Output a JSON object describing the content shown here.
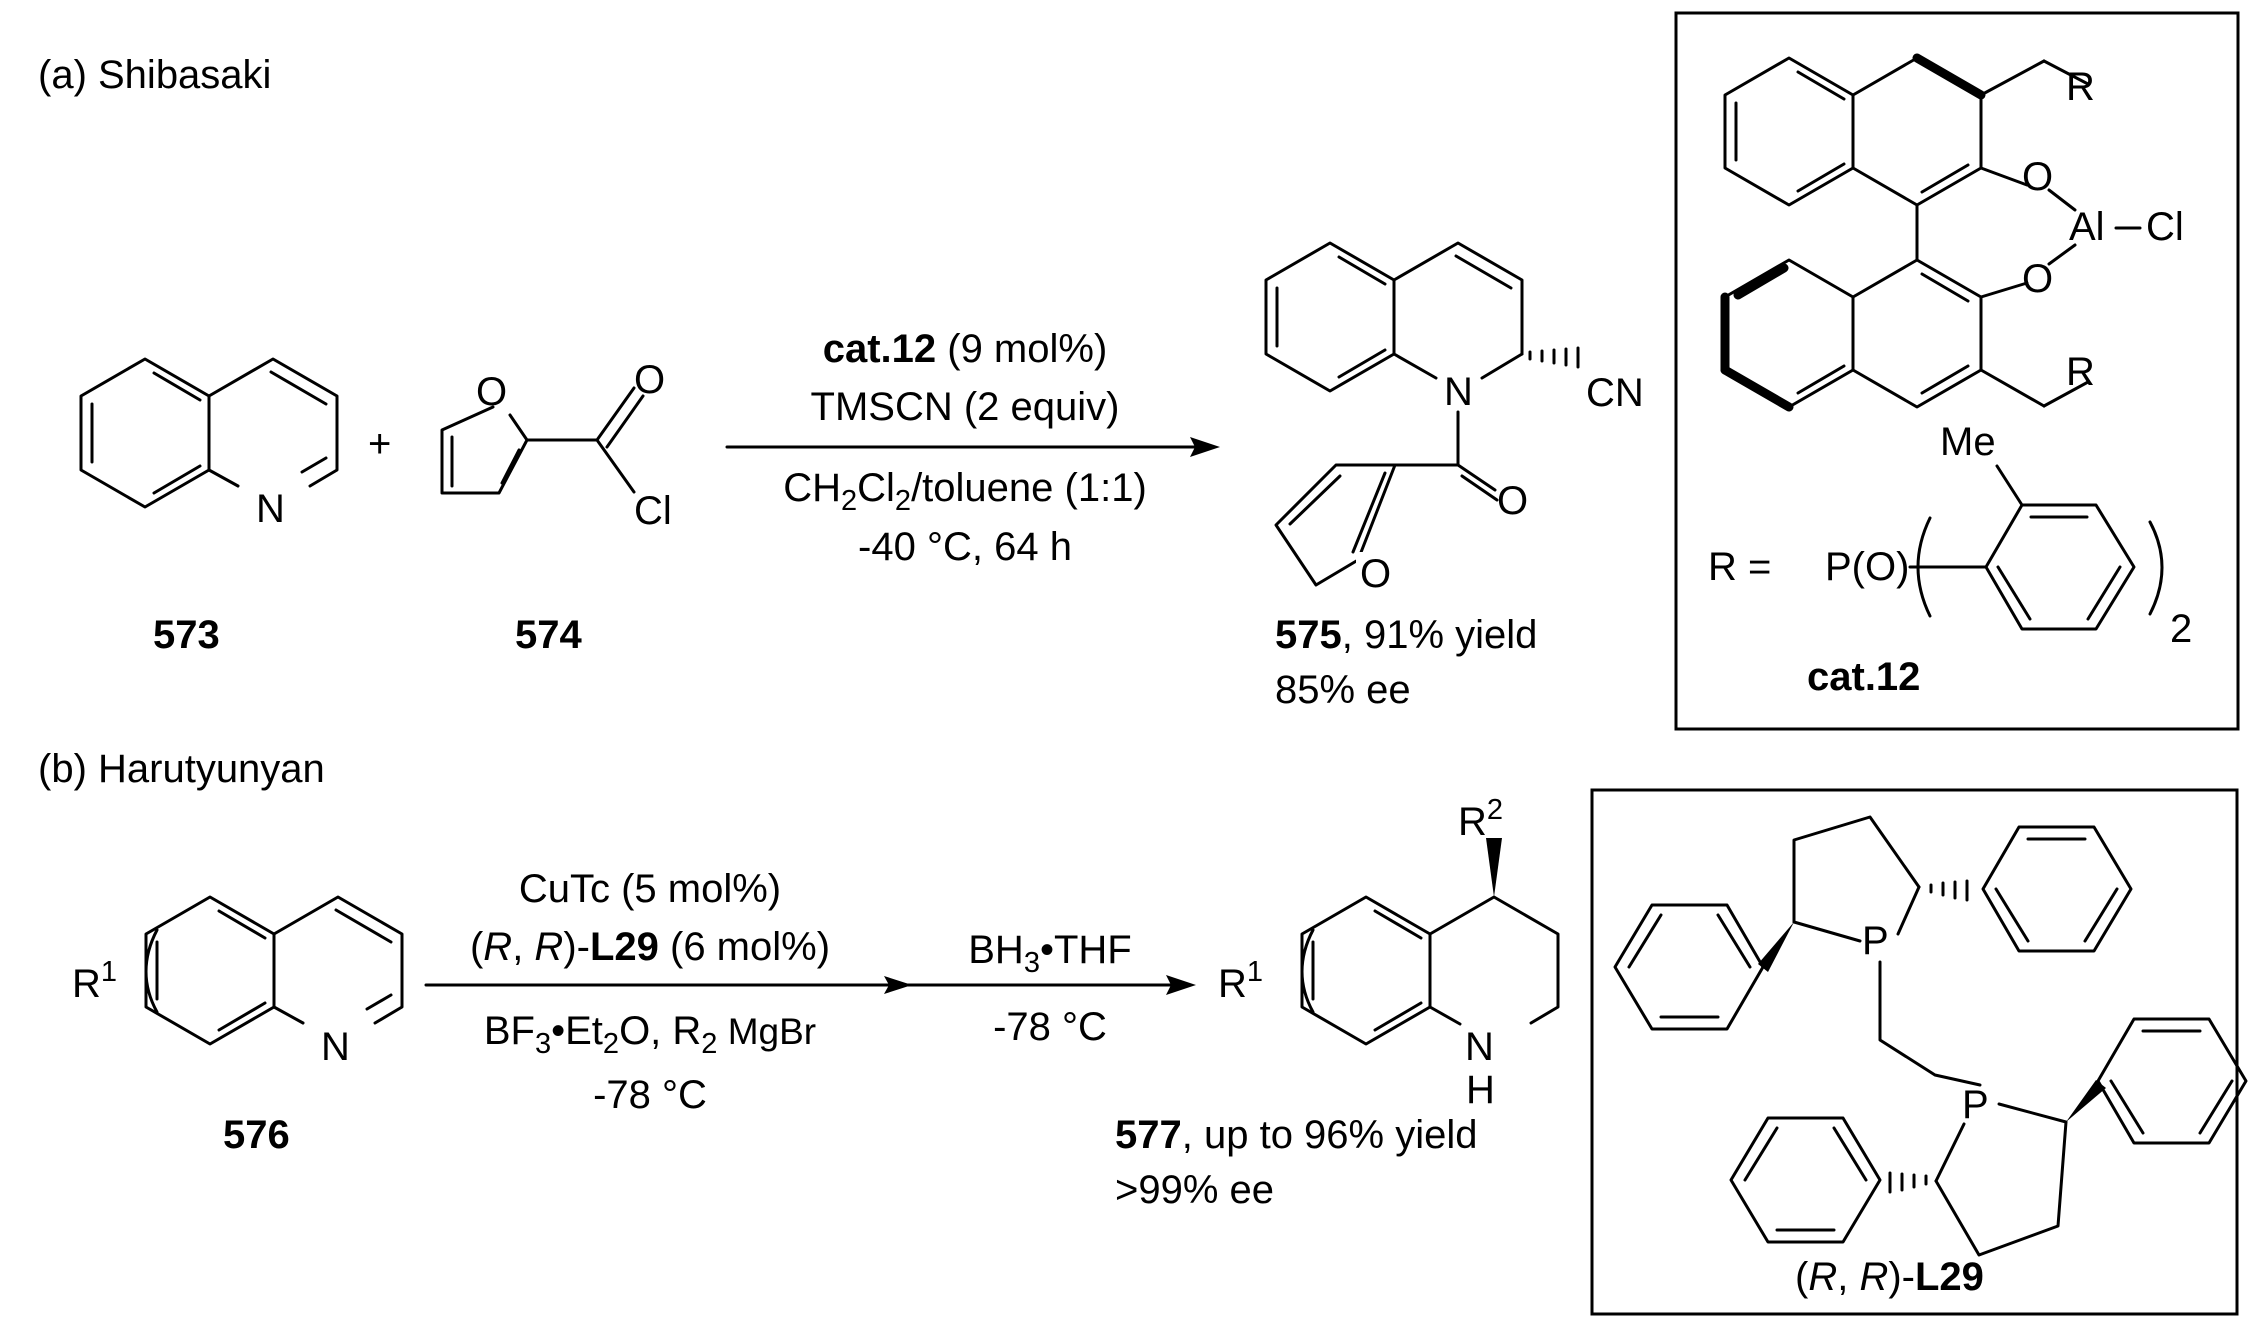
{
  "panel_a": {
    "label": "(a) Shibasaki",
    "compounds": {
      "c573": "573",
      "c574": "574",
      "c575": "575"
    },
    "plus": "+",
    "reagents": {
      "cat": "cat.12",
      "cat_amount": "(9 mol%)",
      "line2": "TMSCN (2 equiv)",
      "solvent_a": "CH",
      "solvent_sub1": "2",
      "solvent_b": "Cl",
      "solvent_sub2": "2",
      "solvent_c": "/toluene (1:1)",
      "line4": "-40 °C, 64 h"
    },
    "result_yield": ", 91% yield",
    "result_ee": "85% ee",
    "catalyst_box": {
      "r_def": "R =",
      "po": "P(O)",
      "me": "Me",
      "sub2": "2",
      "label": "cat.12"
    }
  },
  "panel_b": {
    "label": "(b) Harutyunyan",
    "compounds": {
      "c576": "576",
      "c577": "577"
    },
    "reagents1": {
      "line1": "CuTc (5 mol%)",
      "l2_open": "(",
      "l2_r1": "R",
      "l2_sep": ", ",
      "l2_r2": "R",
      "l2_close": ")-",
      "l2_lig": "L29",
      "l2_amt": " (6 mol%)",
      "l3_a": "BF",
      "l3_sub1": "3",
      "l3_b": "•Et",
      "l3_sub2": "2",
      "l3_c": "O, R",
      "l3_sub3": "2",
      "l3_d": " MgBr",
      "line4": "-78 °C"
    },
    "reagents2": {
      "l1_a": "BH",
      "l1_sub": "3",
      "l1_b": "•THF",
      "line2": "-78 °C"
    },
    "result_yield": ", up to 96% yield",
    "result_ee": ">99% ee",
    "ligand_box": {
      "open": "(",
      "r1": "R",
      "sep": ", ",
      "r2": "R",
      "close": ")-",
      "lig": "L29"
    }
  },
  "atoms": {
    "N": "N",
    "O": "O",
    "Cl": "Cl",
    "CN": "CN",
    "R": "R",
    "Al": "Al",
    "P": "P",
    "H": "H",
    "R1": "R",
    "sup1": "1",
    "R2": "R",
    "sup2": "2"
  }
}
